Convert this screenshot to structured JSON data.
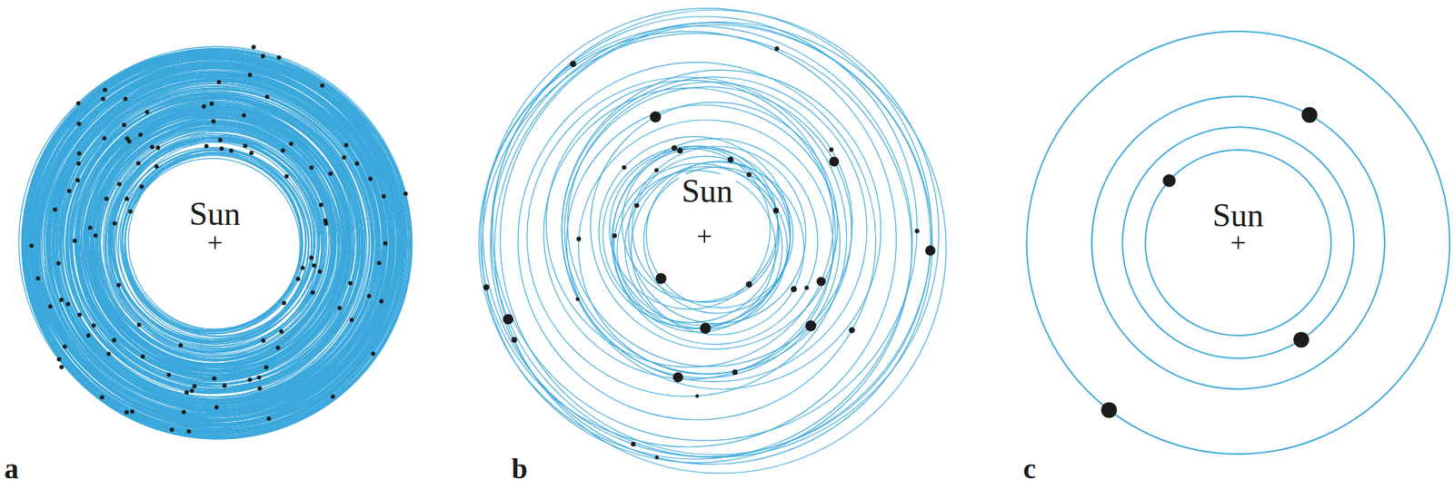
{
  "diagram": {
    "labels": [
      "Sun",
      "Sun",
      "Sun",
      "a",
      "b",
      "c"
    ]
  }
}
